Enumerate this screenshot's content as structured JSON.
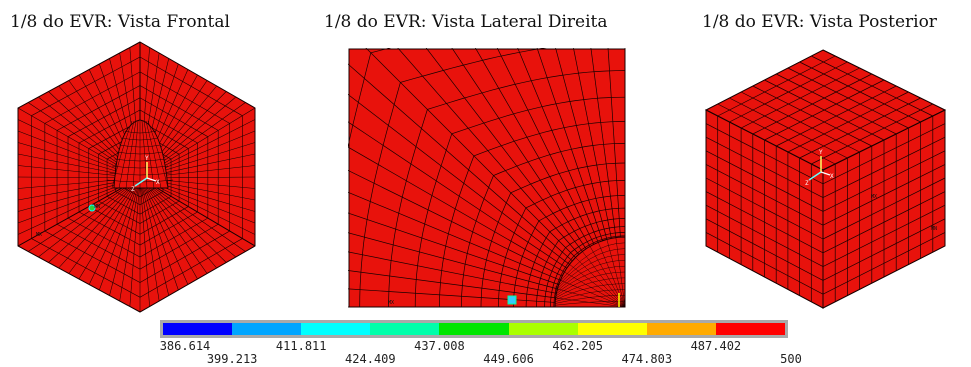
{
  "captions": {
    "front": "1/8 do EVR: Vista Frontal",
    "right": "1/8 do EVR: Vista Lateral Direita",
    "back": "1/8 do EVR: Vista Posterior"
  },
  "model_color": "#e8120c",
  "mesh_color": "#1a0000",
  "legend": {
    "colors": [
      "#0000ff",
      "#00a5ff",
      "#00ffff",
      "#00ffaa",
      "#00e600",
      "#aaff00",
      "#ffff00",
      "#ffaa00",
      "#ff0000"
    ],
    "ticks": [
      "386.614",
      "399.213",
      "411.811",
      "424.409",
      "437.008",
      "449.606",
      "462.205",
      "474.803",
      "487.402",
      "500"
    ]
  },
  "mesh_labels": {
    "mn": "MN",
    "mx": "MX",
    "axis_x": "X",
    "axis_y": "Y",
    "axis_z": "Z"
  }
}
